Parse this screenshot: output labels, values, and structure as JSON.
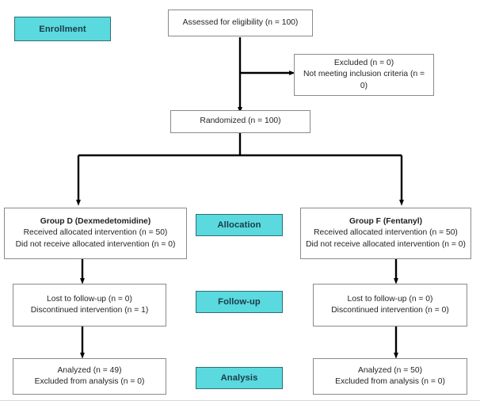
{
  "diagram": {
    "title": "CONSORT participant flow diagram",
    "colors": {
      "phase_fill": "#5AD9DE",
      "phase_border": "#2f6f72",
      "phase_text": "#1b3a47",
      "node_fill": "#ffffff",
      "node_border": "#8a8a8a",
      "node_text": "#231f20",
      "connector": "#000000",
      "canvas": "#ffffff"
    },
    "phases": [
      {
        "id": "enrollment",
        "label": "Enrollment"
      },
      {
        "id": "allocation",
        "label": "Allocation"
      },
      {
        "id": "followup",
        "label": "Follow-up"
      },
      {
        "id": "analysis",
        "label": "Analysis"
      }
    ],
    "nodes": {
      "assessed": {
        "lines": [
          {
            "text": "Assessed for eligibility (n = 100)",
            "bold": false
          }
        ]
      },
      "excluded": {
        "lines": [
          {
            "text": "Excluded (n = 0)",
            "bold": false
          },
          {
            "text": "Not meeting inclusion criteria (n =",
            "bold": false
          },
          {
            "text": "0)",
            "bold": false
          }
        ]
      },
      "randomized": {
        "lines": [
          {
            "text": "Randomized (n = 100)",
            "bold": false
          }
        ]
      },
      "alloc_left": {
        "lines": [
          {
            "text": "Group D (Dexmedetomidine)",
            "bold": true
          },
          {
            "text": "Received allocated intervention (n = 50)",
            "bold": false
          },
          {
            "text": "Did not receive allocated intervention (n = 0)",
            "bold": false
          }
        ]
      },
      "alloc_right": {
        "lines": [
          {
            "text": "Group F (Fentanyl)",
            "bold": true
          },
          {
            "text": "Received allocated intervention (n = 50)",
            "bold": false
          },
          {
            "text": "Did not receive allocated intervention (n = 0)",
            "bold": false
          }
        ]
      },
      "followup_left": {
        "lines": [
          {
            "text": "Lost to follow-up (n = 0)",
            "bold": false
          },
          {
            "text": "Discontinued intervention (n = 1)",
            "bold": false
          }
        ]
      },
      "followup_right": {
        "lines": [
          {
            "text": "Lost to follow-up (n = 0)",
            "bold": false
          },
          {
            "text": "Discontinued intervention (n = 0)",
            "bold": false
          }
        ]
      },
      "analysis_left": {
        "lines": [
          {
            "text": "Analyzed (n = 49)",
            "bold": false
          },
          {
            "text": "Excluded from analysis (n = 0)",
            "bold": false
          }
        ]
      },
      "analysis_right": {
        "lines": [
          {
            "text": "Analyzed (n = 50)",
            "bold": false
          },
          {
            "text": "Excluded from analysis (n = 0)",
            "bold": false
          }
        ]
      }
    }
  }
}
